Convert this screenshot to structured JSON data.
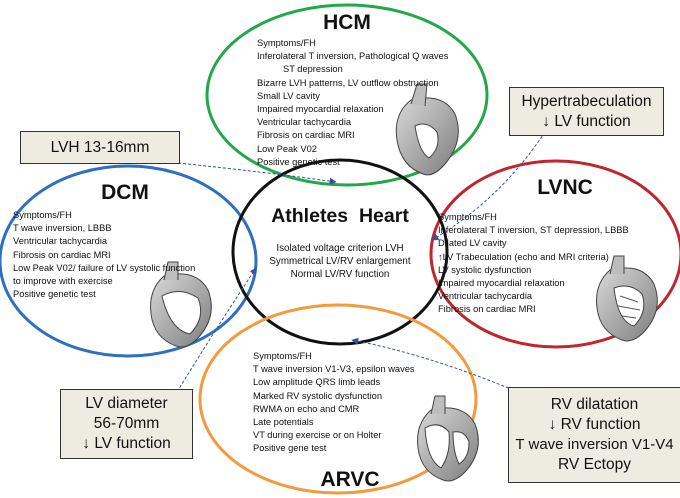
{
  "ellipses": {
    "hcm": {
      "title": "HCM",
      "color": "#21a84a",
      "items": [
        "Symptoms/FH",
        "Inferolateral T inversion, Pathological Q waves",
        "ST depression",
        "Bizarre LVH patterns, LV outflow obstruction",
        "Small LV cavity",
        "Impaired myocardial relaxation",
        "Ventricular tachycardia",
        "Fibrosis on cardiac MRI",
        "Low Peak V02",
        "Positive genetic test"
      ]
    },
    "dcm": {
      "title": "DCM",
      "color": "#2f6fc0",
      "items": [
        "Symptoms/FH",
        "T wave inversion, LBBB",
        "Ventricular tachycardia",
        "Fibrosis on cardiac MRI",
        "Low Peak V02/ failure of LV systolic function",
        "to improve with exercise",
        "Positive genetic test"
      ]
    },
    "athletes": {
      "title": "Athletes  Heart",
      "color": "#111111",
      "items": [
        "Isolated voltage criterion LVH",
        "Symmetrical LV/RV enlargement",
        "Normal LV/RV function"
      ]
    },
    "lvnc": {
      "title": "LVNC",
      "color": "#c0262d",
      "items": [
        "Symptoms/FH",
        "Inferolateral T inversion, ST depression, LBBB",
        "Dilated LV cavity",
        "↑LV Trabeculation (echo and MRI criteria)",
        "LV systolic dysfunction",
        "Impaired myocardial relaxation",
        "Ventricular tachycardia",
        "Fibrosis on cardiac MRI"
      ]
    },
    "arvc": {
      "title": "ARVC",
      "color": "#f39a3c",
      "items": [
        "Symptoms/FH",
        "T wave inversion V1-V3, epsilon waves",
        "Low amplitude QRS limb leads",
        "Marked RV systolic dysfunction",
        "RWMA on echo and CMR",
        "Late potentials",
        "VT during exercise or on Holter",
        "Positive gene test"
      ]
    }
  },
  "callouts": {
    "lvh": {
      "lines": [
        "LVH 13-16mm"
      ]
    },
    "hypertrabeculation": {
      "lines": [
        "Hypertrabeculation",
        "↓ LV function"
      ]
    },
    "lv_diameter": {
      "lines": [
        "LV diameter",
        "56-70mm",
        "↓ LV function"
      ]
    },
    "rv_dilatation": {
      "lines": [
        "RV dilatation",
        "↓ RV function",
        "T wave inversion V1-V4",
        "RV Ectopy"
      ]
    }
  },
  "box_fill": "#eeece1"
}
